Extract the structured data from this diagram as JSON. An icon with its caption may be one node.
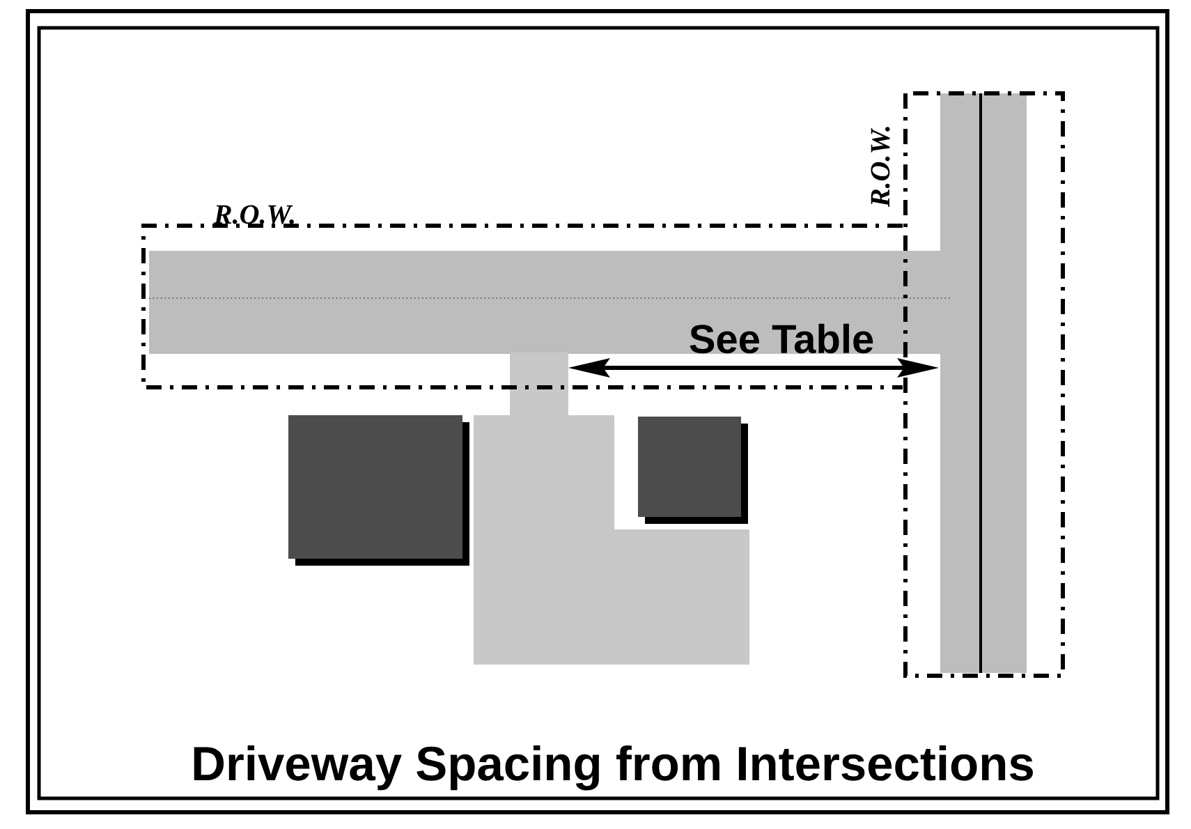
{
  "diagram": {
    "title": "Driveway Spacing from Intersections",
    "labels": [
      "R.O.W.",
      "R.O.W.",
      "See Table"
    ]
  }
}
